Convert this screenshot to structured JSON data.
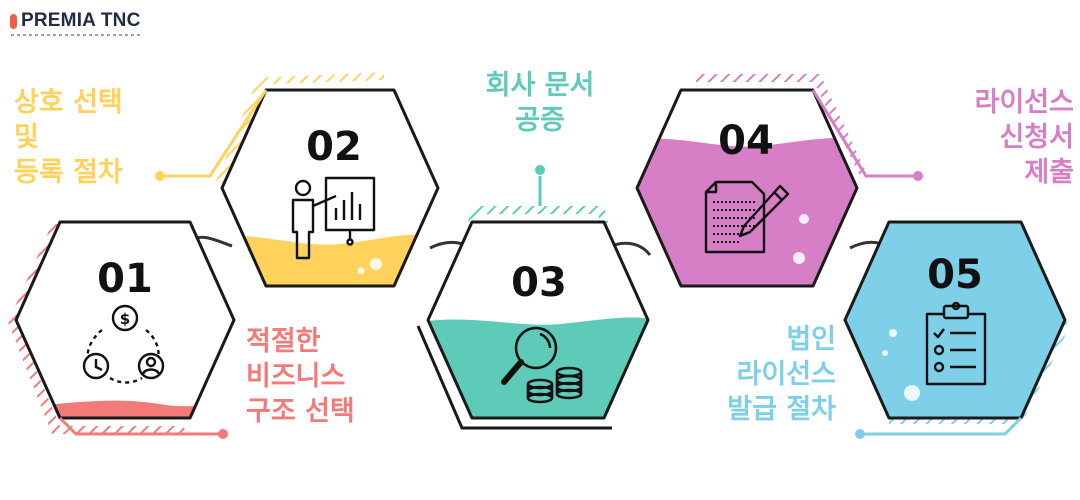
{
  "brand": {
    "name": "PREMIA TNC"
  },
  "colors": {
    "step1": "#f47a7a",
    "step2": "#ffd25c",
    "step3": "#5ecab8",
    "step4": "#d77fc6",
    "step5": "#7ecfe8"
  },
  "steps": [
    {
      "number": "01",
      "icon": "money-cycle-icon",
      "label_lines": [
        "적절한",
        "비즈니스",
        "구조 선택"
      ]
    },
    {
      "number": "02",
      "icon": "presentation-icon",
      "label_lines": [
        "상호 선택",
        "및",
        "등록 절차"
      ]
    },
    {
      "number": "03",
      "icon": "magnifier-coins-icon",
      "label_lines": [
        "회사 문서",
        "공증"
      ]
    },
    {
      "number": "04",
      "icon": "document-pen-icon",
      "label_lines": [
        "라이선스",
        "신청서",
        "제출"
      ]
    },
    {
      "number": "05",
      "icon": "clipboard-checklist-icon",
      "label_lines": [
        "법인",
        "라이선스",
        "발급 절차"
      ]
    }
  ]
}
